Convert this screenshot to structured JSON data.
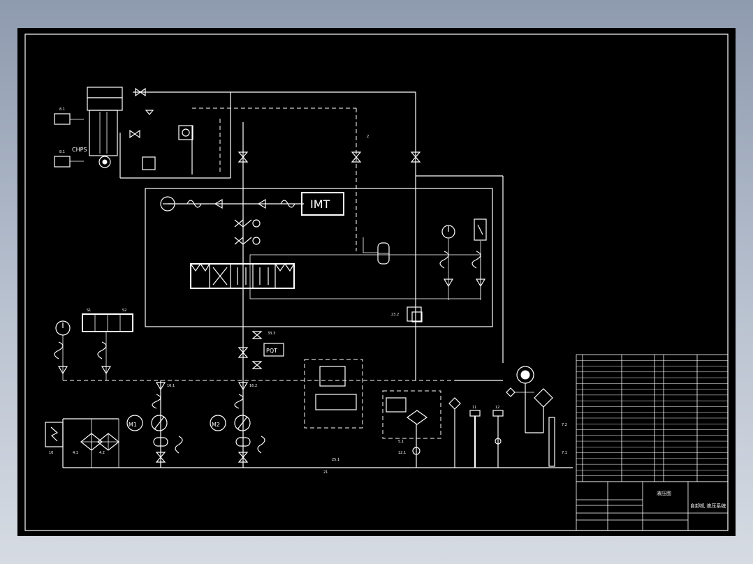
{
  "diagram": {
    "labels": {
      "cylinder": "CHPS",
      "motor_1": "M1",
      "motor_2": "M2",
      "flowmeter": "IMT",
      "pressure_switch": "PQT",
      "tag_33": "33.3",
      "tag_81a": "8.1",
      "tag_81b": "8.1",
      "tag_232": "23.2",
      "tag_bottom": "21",
      "tag_251": "25.1",
      "tag_2d": "2",
      "tag_11": "11",
      "tag_12": "12",
      "tag_S1": "S1",
      "tag_S2": "S2",
      "tag_41": "4.1",
      "tag_42": "4.2",
      "tag_10": "10",
      "tag_51": "5.1",
      "tag_121": "12.1",
      "tag_71": "7.1",
      "tag_72": "7.2",
      "tag_161": "16.1",
      "tag_162": "16.2"
    }
  },
  "title_block": {
    "title_left": "液压图",
    "title_right": "自卸机 液压系统"
  },
  "colors": {
    "frame": "#000000",
    "lines": "#ffffff"
  }
}
